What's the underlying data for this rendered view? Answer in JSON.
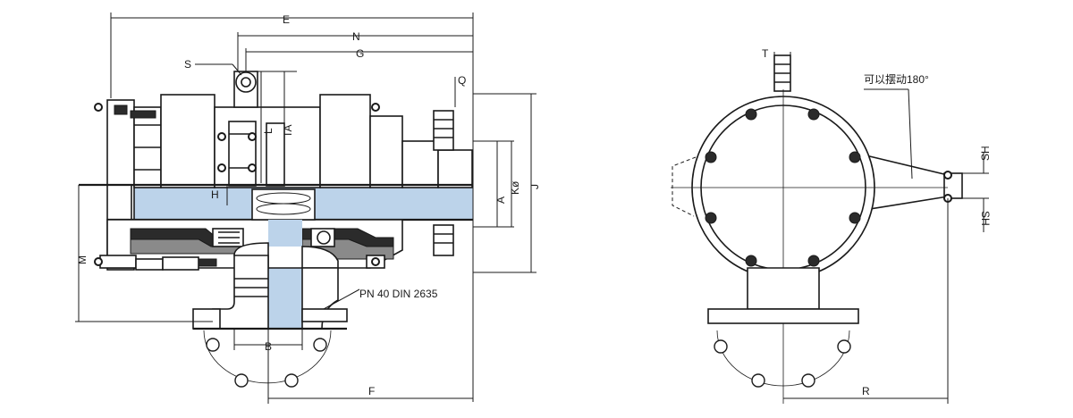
{
  "dimensions": {
    "E": "E",
    "N": "N",
    "G": "G",
    "S": "S",
    "Q": "Q",
    "L": "L",
    "TA": "TA",
    "H": "H",
    "A": "A",
    "KR": "Kø",
    "J": "J",
    "M": "M",
    "B": "B",
    "F": "F",
    "T": "T",
    "SH_top": "SH",
    "SH_bottom": "SH",
    "R": "R"
  },
  "labels": {
    "flange_standard": "PN 40 DIN 2635",
    "swing_note": "可以摆动180°"
  },
  "colors": {
    "highlight": "#bcd3ea",
    "line": "#1a1a1a",
    "dark_part": "#2b2b2b",
    "background": "#ffffff"
  }
}
